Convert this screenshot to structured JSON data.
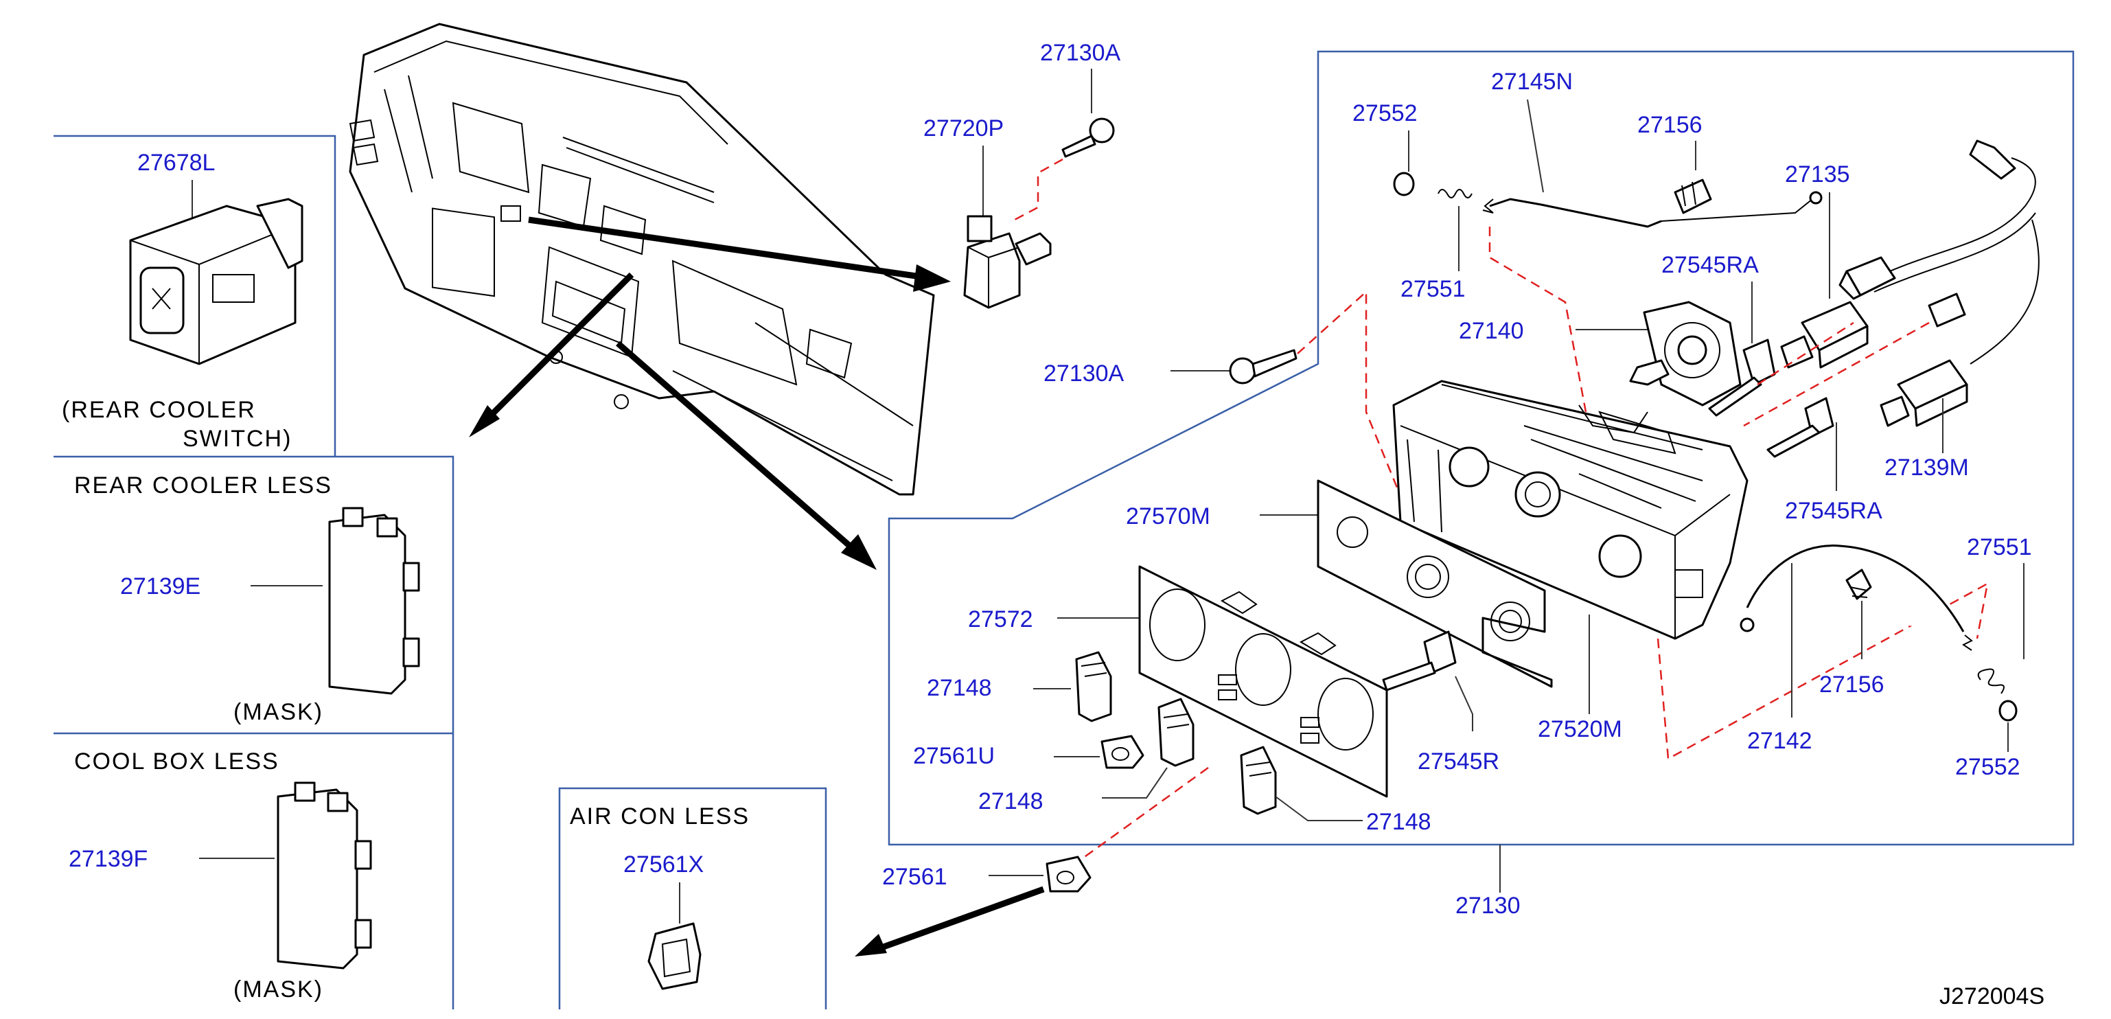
{
  "diagram_ref": "J272004S",
  "captions": {
    "rear_cooler_switch_1": "(REAR  COOLER",
    "rear_cooler_switch_2": "SWITCH)",
    "rear_cooler_less": "REAR  COOLER  LESS",
    "mask_1": "(MASK)",
    "cool_box_less": "COOL  BOX  LESS",
    "mask_2": "(MASK)",
    "air_con_less": "AIR  CON  LESS"
  },
  "part_numbers": {
    "p27678L": "27678L",
    "p27139E": "27139E",
    "p27139F": "27139F",
    "p27561X": "27561X",
    "p27130A_top": "27130A",
    "p27720P": "27720P",
    "p27130A_left": "27130A",
    "p27552_top": "27552",
    "p27145N": "27145N",
    "p27156_top": "27156",
    "p27135": "27135",
    "p27551_top": "27551",
    "p27545RA_top": "27545RA",
    "p27140": "27140",
    "p27139M": "27139M",
    "p27545RA_mid": "27545RA",
    "p27570M": "27570M",
    "p27551_right": "27551",
    "p27572": "27572",
    "p27148_a": "27148",
    "p27561U": "27561U",
    "p27148_b": "27148",
    "p27148_c": "27148",
    "p27545R": "27545R",
    "p27520M": "27520M",
    "p27142": "27142",
    "p27156_bottom": "27156",
    "p27552_bottom": "27552",
    "p27561": "27561",
    "p27130": "27130"
  }
}
